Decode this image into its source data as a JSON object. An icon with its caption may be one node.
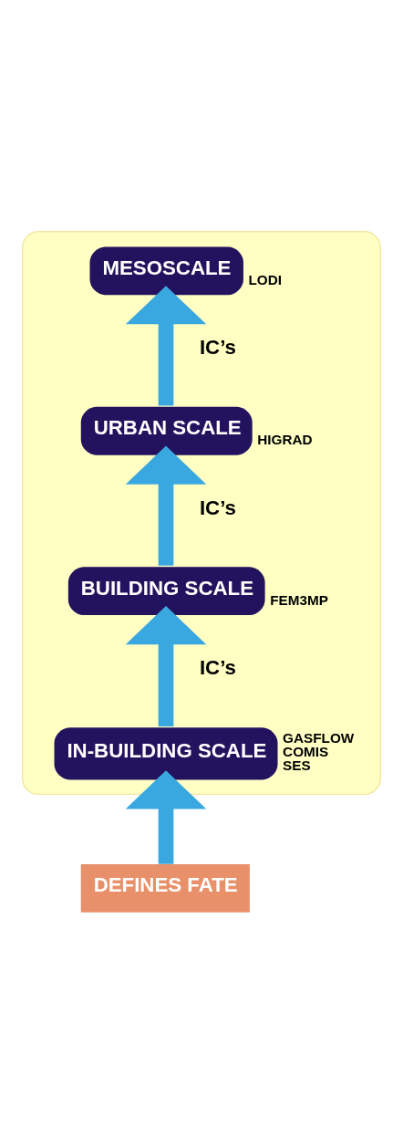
{
  "diagram": {
    "nodes": [
      {
        "text": [],
        "shape": "box"
      },
      {
        "text": [
          "MESOSCALE"
        ],
        "in": 0,
        "beside": [
          "LODI"
        ]
      },
      {
        "text": [
          "URBAN SCALE"
        ],
        "in": 0,
        "beside": [
          "HIGRAD"
        ]
      },
      {
        "text": [
          "BUILDING SCALE"
        ],
        "in": 0,
        "beside": [
          "FEM3MP"
        ]
      },
      {
        "text": [
          "IN-BUILDING SCALE"
        ],
        "in": 0,
        "beside": [
          "GASFLOW",
          "COMIS",
          "SES"
        ]
      },
      {
        "text": [
          "DEFINES FATE"
        ]
      }
    ],
    "edges": [
      {
        "from": 5,
        "to": 4,
        "arrow": "to"
      },
      {
        "from": 4,
        "to": 3,
        "arrow": "to",
        "label": "IC’s"
      },
      {
        "from": 3,
        "to": 2,
        "arrow": "to",
        "label": "IC’s"
      },
      {
        "from": 2,
        "to": 1,
        "arrow": "to",
        "label": "IC’s"
      }
    ]
  }
}
